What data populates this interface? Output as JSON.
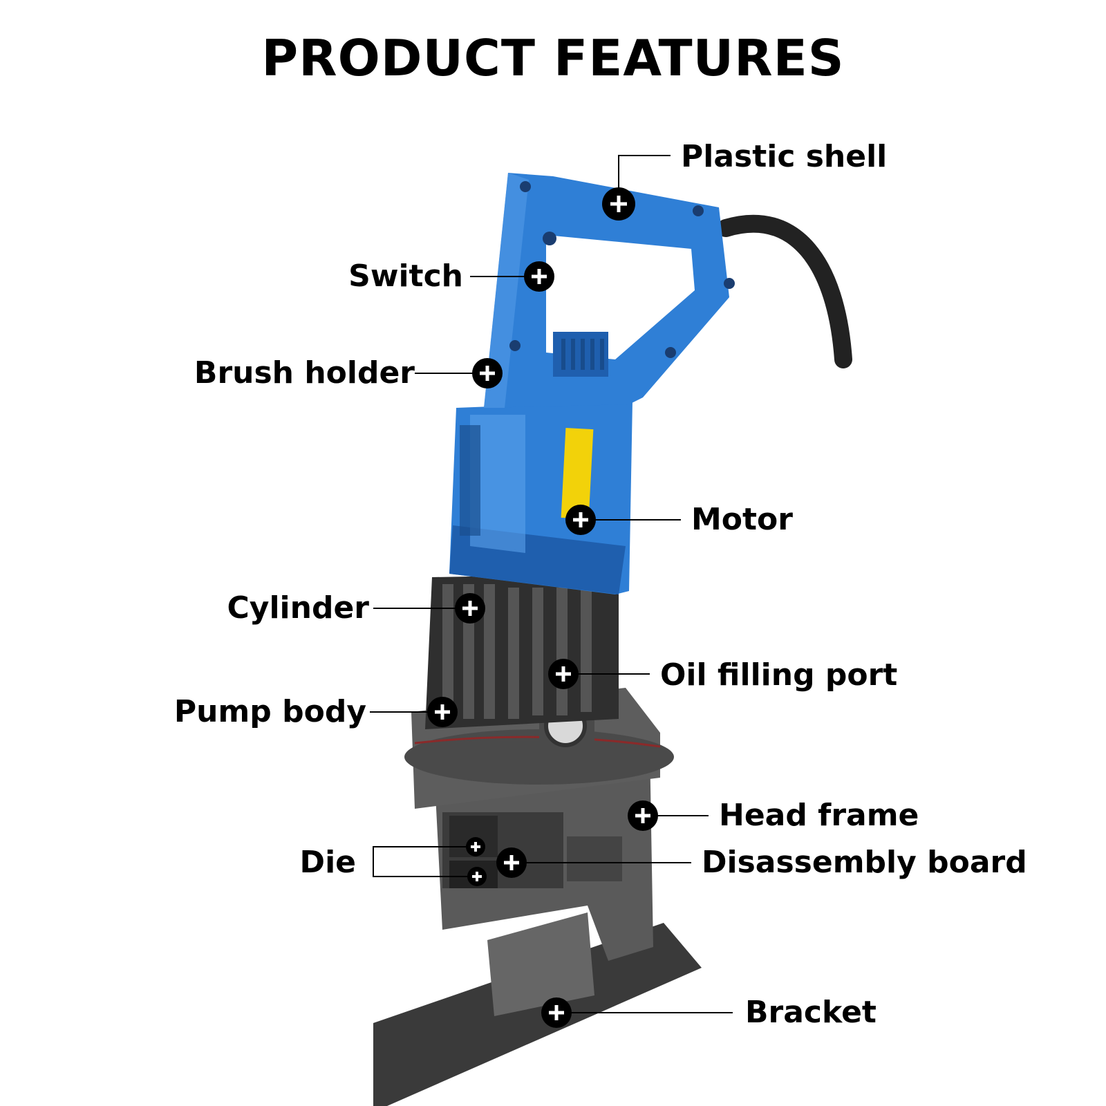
{
  "title": "PRODUCT FEATURES",
  "labels": {
    "plastic_shell": "Plastic shell",
    "switch": "Switch",
    "brush_holder": "Brush holder",
    "motor": "Motor",
    "cylinder": "Cylinder",
    "oil_filling_port": "Oil filling port",
    "pump_body": "Pump body",
    "head_frame": "Head frame",
    "die": "Die",
    "disassembly_board": "Disassembly board",
    "bracket": "Bracket"
  },
  "colors": {
    "housing_blue": "#2f7fd6",
    "housing_dark_blue": "#1f5fae",
    "metal_gray": "#6a6a6a",
    "cast_iron": "#555555",
    "plate": "#3a3a3a",
    "warning_yellow": "#f2d20a",
    "marker": "#000000"
  }
}
